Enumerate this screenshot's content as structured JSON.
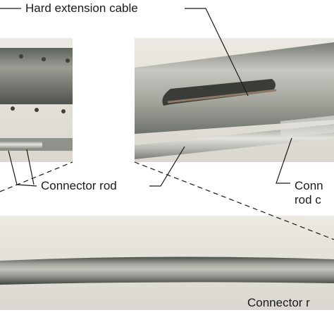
{
  "labels": {
    "hard_extension_cable": "Hard extension cable",
    "connector_rod_left": "Connector rod",
    "connector_right_line1": "Conn",
    "connector_right_line2": "rod c",
    "connector_rod_bottom": "Connector r"
  },
  "colors": {
    "photo_background": "#e8e6df",
    "metal_dark": "#6c7068",
    "metal_light": "#c9c9c2",
    "rod_highlight": "#dcdcd6",
    "leader_line": "#1a1a1a"
  }
}
